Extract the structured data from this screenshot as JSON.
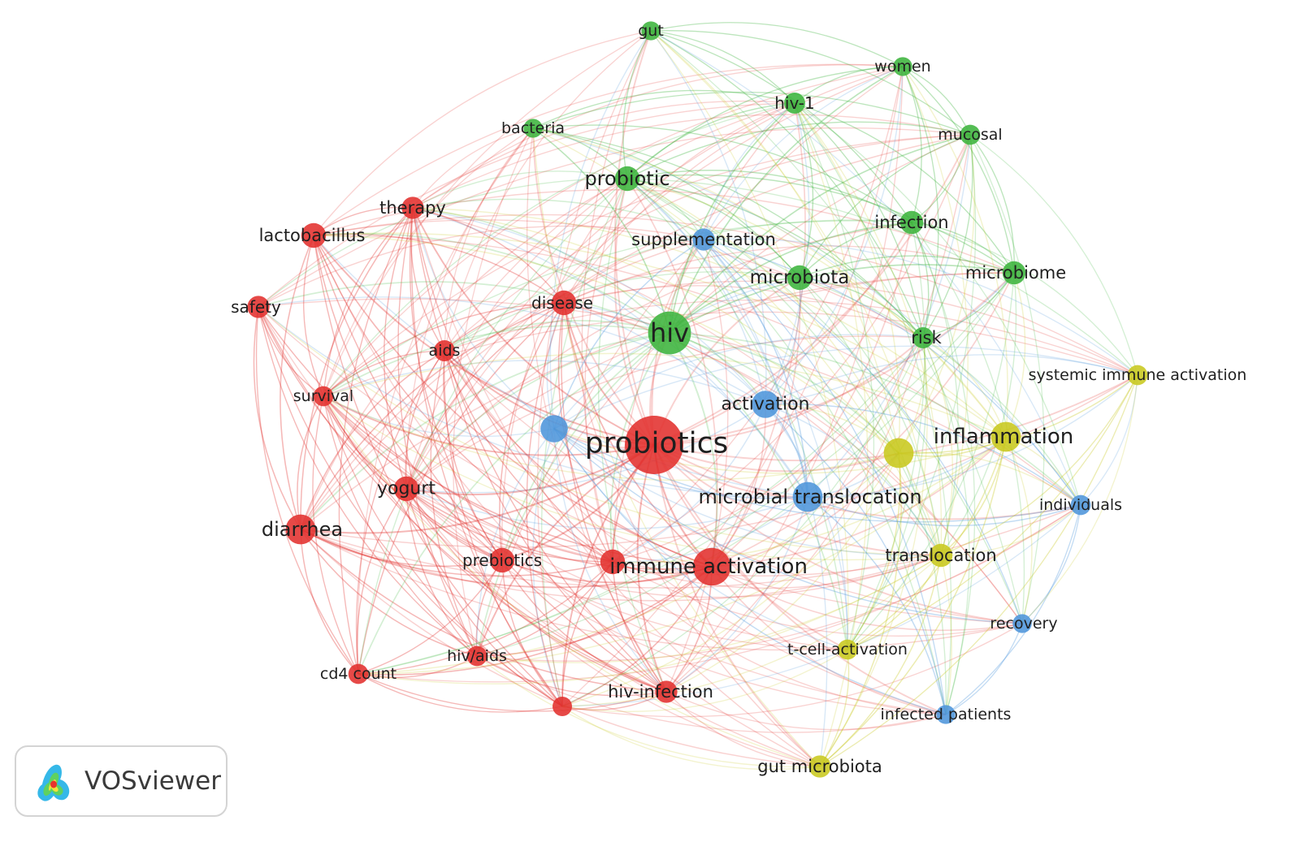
{
  "clusters": {
    "red": "#e2302d",
    "green": "#3cb43c",
    "blue": "#4d95db",
    "yellow": "#c8c81e"
  },
  "nodes": [
    {
      "id": "probiotics",
      "label": "probiotics",
      "cluster": "red",
      "weight": 10
    },
    {
      "id": "immune-activation",
      "label": "immune activation",
      "cluster": "red",
      "weight": 6
    },
    {
      "id": "diarrhea",
      "label": "diarrhea",
      "cluster": "red",
      "weight": 4.5
    },
    {
      "id": "yogurt",
      "label": "yogurt",
      "cluster": "red",
      "weight": 3.5
    },
    {
      "id": "prebiotics",
      "label": "prebiotics",
      "cluster": "red",
      "weight": 3.5
    },
    {
      "id": "disease",
      "label": "disease",
      "cluster": "red",
      "weight": 3.5
    },
    {
      "id": "therapy",
      "label": "therapy",
      "cluster": "red",
      "weight": 3
    },
    {
      "id": "lactobacillus",
      "label": "lactobacillus",
      "cluster": "red",
      "weight": 3.5
    },
    {
      "id": "safety",
      "label": "safety",
      "cluster": "red",
      "weight": 3
    },
    {
      "id": "aids",
      "label": "aids",
      "cluster": "red",
      "weight": 2.8
    },
    {
      "id": "survival",
      "label": "survival",
      "cluster": "red",
      "weight": 2.6
    },
    {
      "id": "hiv-aids",
      "label": "hiv/aids",
      "cluster": "red",
      "weight": 2.6
    },
    {
      "id": "cd4-count",
      "label": "cd4 count",
      "cluster": "red",
      "weight": 2.6
    },
    {
      "id": "hiv-infection",
      "label": "hiv-infection",
      "cluster": "red",
      "weight": 3
    },
    {
      "id": "red-unlabeled-1",
      "label": "",
      "cluster": "red",
      "weight": 3.5
    },
    {
      "id": "red-unlabeled-2",
      "label": "",
      "cluster": "red",
      "weight": 2.5
    },
    {
      "id": "hiv",
      "label": "hiv",
      "cluster": "green",
      "weight": 7
    },
    {
      "id": "probiotic",
      "label": "probiotic",
      "cluster": "green",
      "weight": 3.5
    },
    {
      "id": "microbiota",
      "label": "microbiota",
      "cluster": "green",
      "weight": 3.5
    },
    {
      "id": "infection",
      "label": "infection",
      "cluster": "green",
      "weight": 3.2
    },
    {
      "id": "microbiome",
      "label": "microbiome",
      "cluster": "green",
      "weight": 3.2
    },
    {
      "id": "risk",
      "label": "risk",
      "cluster": "green",
      "weight": 2.8
    },
    {
      "id": "gut",
      "label": "gut",
      "cluster": "green",
      "weight": 2.4
    },
    {
      "id": "women",
      "label": "women",
      "cluster": "green",
      "weight": 2.4
    },
    {
      "id": "hiv-1",
      "label": "hiv-1",
      "cluster": "green",
      "weight": 2.8
    },
    {
      "id": "bacteria",
      "label": "bacteria",
      "cluster": "green",
      "weight": 2.4
    },
    {
      "id": "mucosal",
      "label": "mucosal",
      "cluster": "green",
      "weight": 2.6
    },
    {
      "id": "activation",
      "label": "activation",
      "cluster": "blue",
      "weight": 4
    },
    {
      "id": "microbial-translocation",
      "label": "microbial translocation",
      "cluster": "blue",
      "weight": 4.5
    },
    {
      "id": "supplementation",
      "label": "supplementation",
      "cluster": "blue",
      "weight": 3
    },
    {
      "id": "individuals",
      "label": "individuals",
      "cluster": "blue",
      "weight": 2.6
    },
    {
      "id": "recovery",
      "label": "recovery",
      "cluster": "blue",
      "weight": 2.4
    },
    {
      "id": "infected-patients",
      "label": "infected patients",
      "cluster": "blue",
      "weight": 2.4
    },
    {
      "id": "blue-unlabeled-1",
      "label": "",
      "cluster": "blue",
      "weight": 4
    },
    {
      "id": "inflammation",
      "label": "inflammation",
      "cluster": "yellow",
      "weight": 4.5
    },
    {
      "id": "yellow-unlabeled-1",
      "label": "",
      "cluster": "yellow",
      "weight": 4.5
    },
    {
      "id": "translocation",
      "label": "translocation",
      "cluster": "yellow",
      "weight": 3.2
    },
    {
      "id": "t-cell-activation",
      "label": "t-cell-activation",
      "cluster": "yellow",
      "weight": 2.6
    },
    {
      "id": "gut-microbiota",
      "label": "gut microbiota",
      "cluster": "yellow",
      "weight": 3
    },
    {
      "id": "systemic-immune-activation",
      "label": "systemic immune activation",
      "cluster": "yellow",
      "weight": 2.6
    }
  ],
  "brand": {
    "name": "VOSviewer",
    "logo_icon": "vosviewer-heatmap-logo-icon"
  }
}
